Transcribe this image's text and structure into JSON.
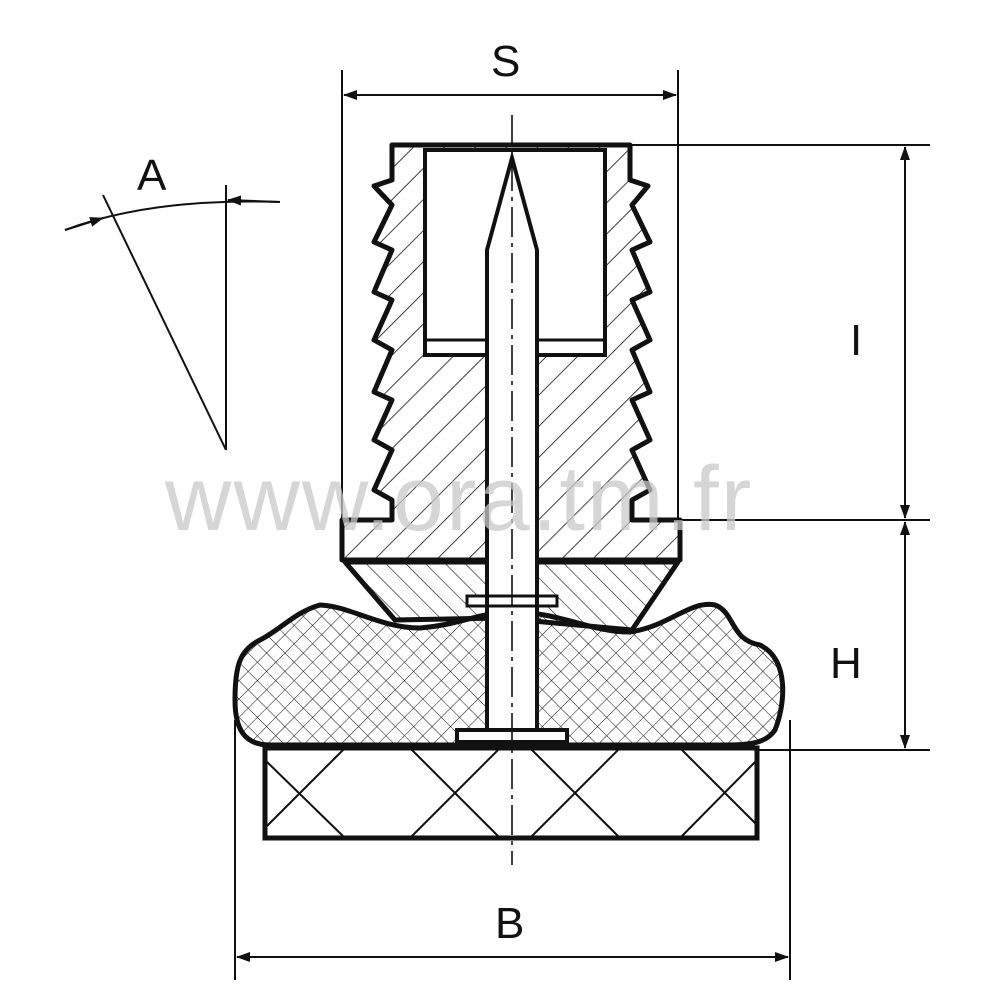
{
  "drawing": {
    "labels": {
      "S": "S",
      "A": "A",
      "I": "I",
      "H": "H",
      "B": "B"
    },
    "watermark": "www.ora.tm.fr",
    "line_color": "#111111",
    "watermark_color": "#c8c8c8"
  }
}
